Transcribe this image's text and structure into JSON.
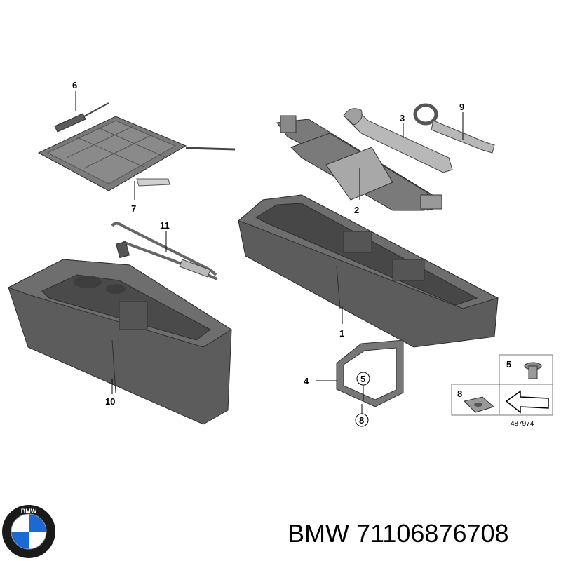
{
  "callouts": {
    "c1": "1",
    "c2": "2",
    "c3": "3",
    "c4": "4",
    "c5": "5",
    "c6": "6",
    "c7": "7",
    "c8": "8",
    "c9": "9",
    "c10": "10",
    "c11": "11"
  },
  "inset": {
    "callout_5": "5",
    "callout_8": "8",
    "reference_number": "487974"
  },
  "logo": {
    "letters": "BMW"
  },
  "brand": {
    "name": "BMW",
    "part_number": "71106876708"
  },
  "colors": {
    "foam": "#5c5c5c",
    "metal": "#b8b8b8",
    "logo_blue": "#1c69d4"
  }
}
